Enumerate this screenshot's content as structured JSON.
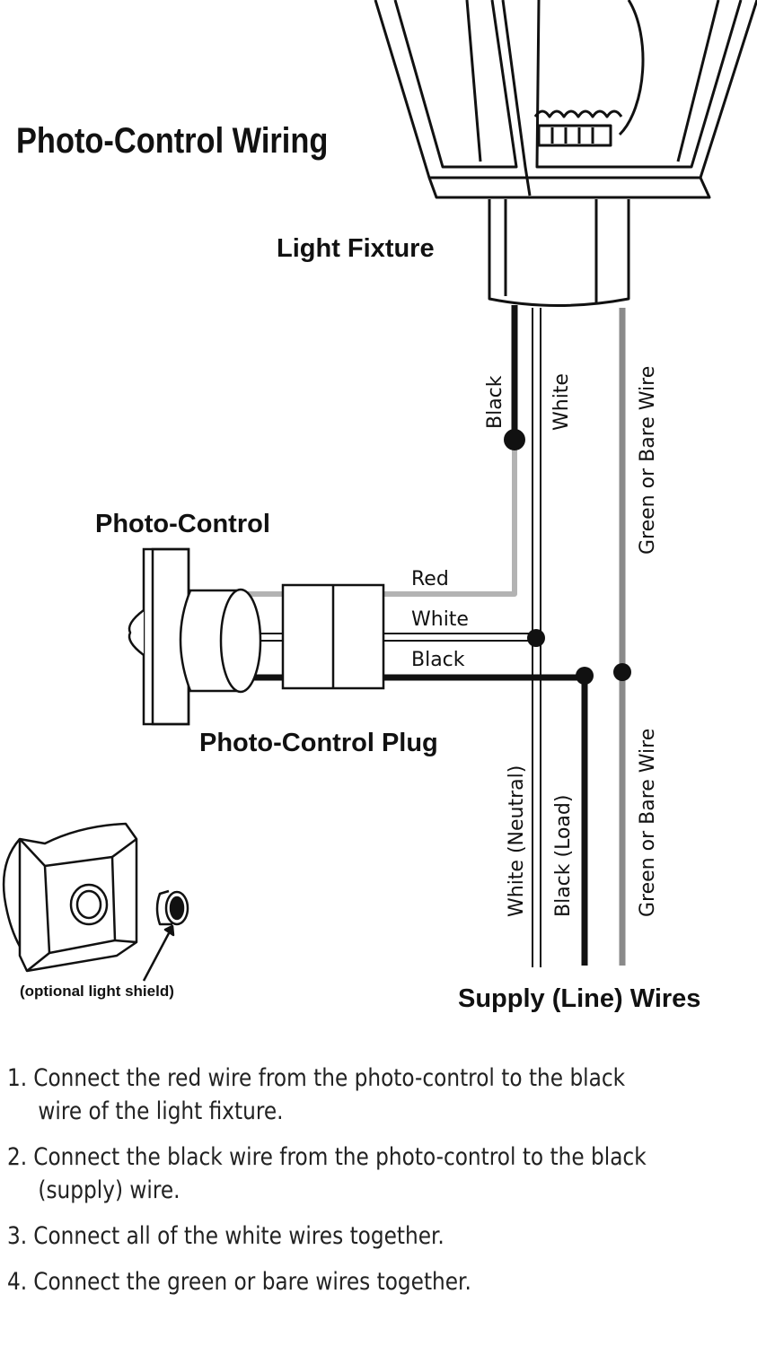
{
  "title": "Photo-Control Wiring",
  "labels": {
    "light_fixture": "Light Fixture",
    "photo_control": "Photo-Control",
    "photo_control_plug": "Photo-Control Plug",
    "supply_wires": "Supply (Line) Wires",
    "light_shield": "(optional light shield)"
  },
  "wires": {
    "fixture_black": "Black",
    "fixture_white": "White",
    "fixture_ground": "Green or Bare Wire",
    "plug_red": "Red",
    "plug_white": "White",
    "plug_black": "Black",
    "supply_neutral": "White (Neutral)",
    "supply_load": "Black (Load)",
    "supply_ground": "Green or Bare Wire"
  },
  "colors": {
    "black_wire": "#111111",
    "red_wire": "#b3b3b3",
    "ground_wire": "#8a8a8a"
  },
  "steps": [
    {
      "num": "1.",
      "line1": "Connect the red wire from the photo-control to the black",
      "line2": "wire of the light fixture."
    },
    {
      "num": "2.",
      "line1": "Connect the black wire from the photo-control to the black",
      "line2": "(supply) wire."
    },
    {
      "num": "3.",
      "line1": "Connect all of the white wires together.",
      "line2": ""
    },
    {
      "num": "4.",
      "line1": "Connect the green or bare wires together.",
      "line2": ""
    }
  ]
}
